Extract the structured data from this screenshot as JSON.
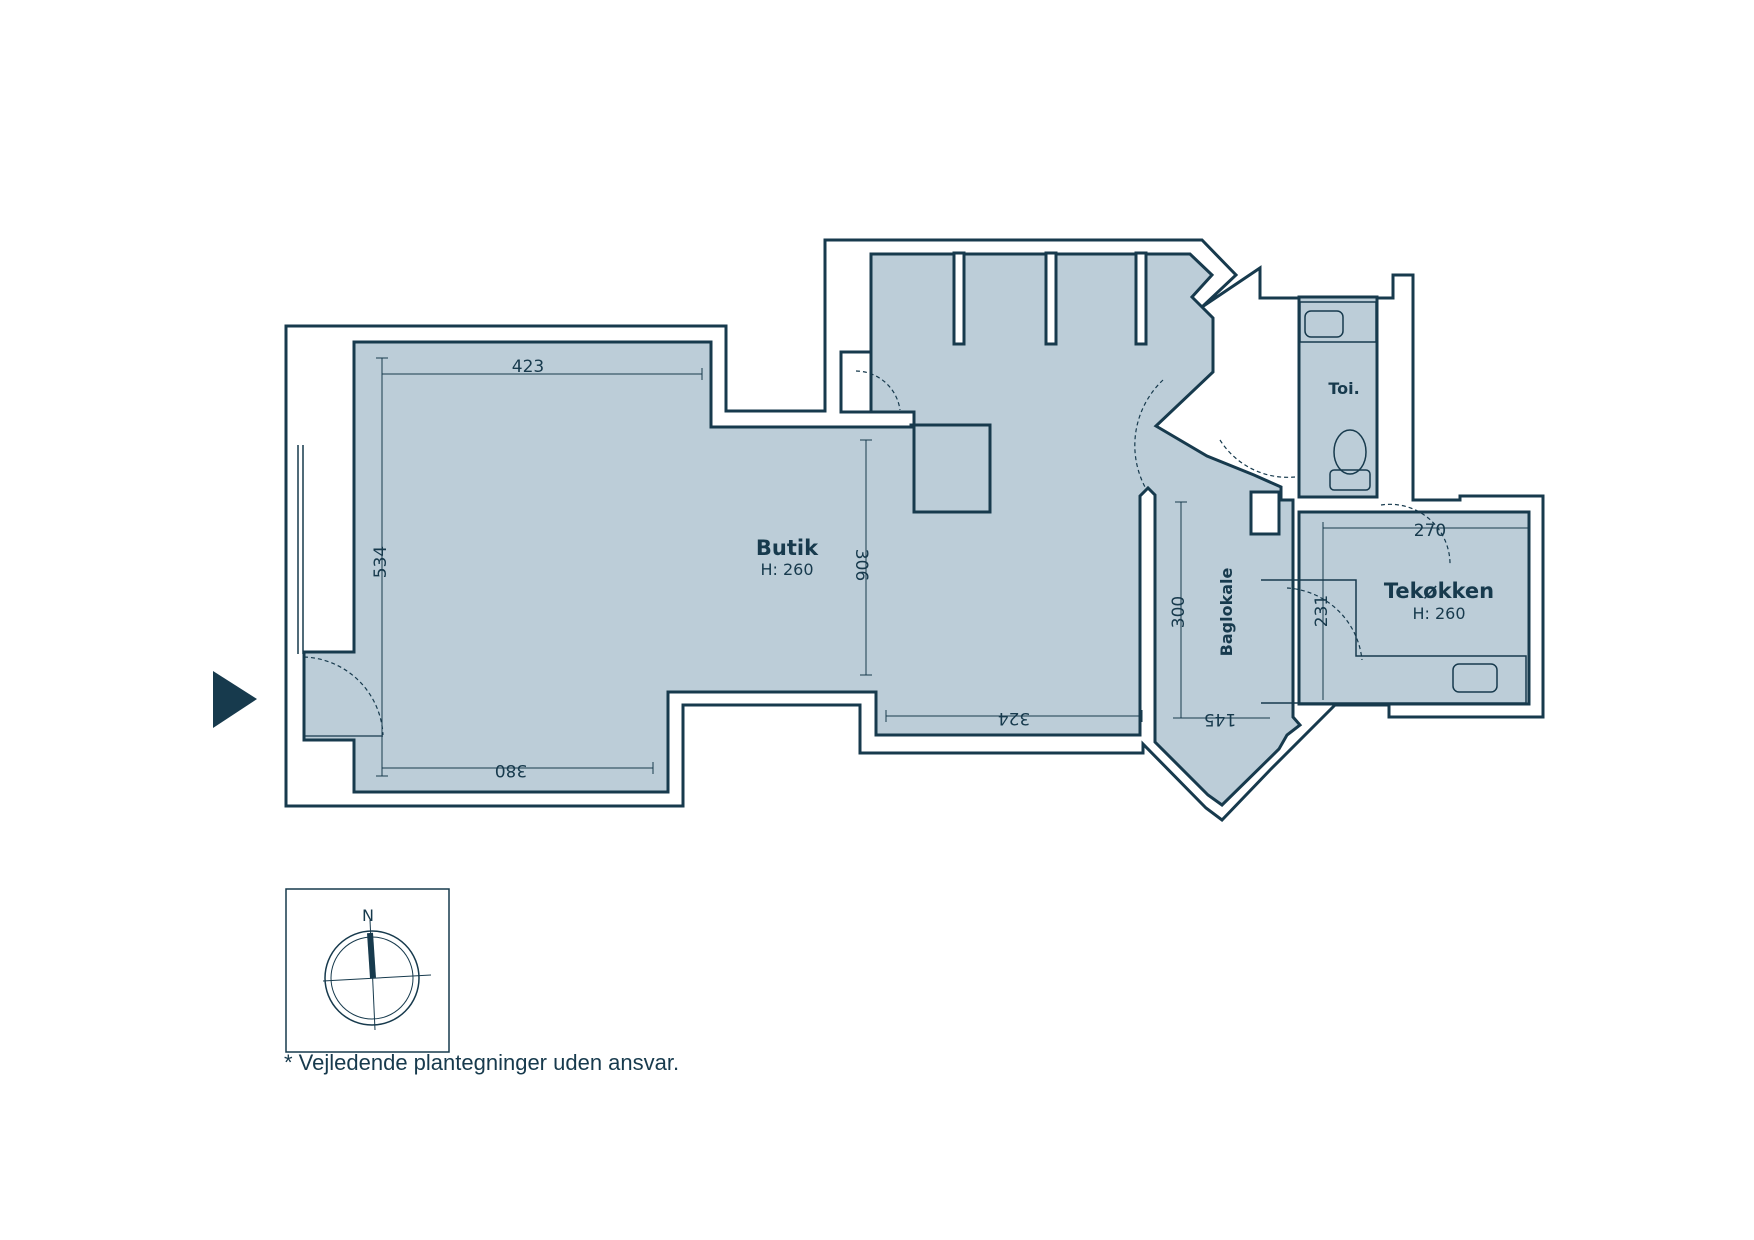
{
  "rooms": {
    "butik": {
      "name": "Butik",
      "height": "H: 260"
    },
    "tekokken": {
      "name": "Tekøkken",
      "height": "H: 260"
    },
    "toilet": {
      "name": "Toi."
    },
    "baglokale": {
      "name": "Baglokale"
    }
  },
  "dimensions": {
    "butik_top": "423",
    "butik_left": "534",
    "butik_bottom": "380",
    "butik_middle": "306",
    "butik_right_bottom": "324",
    "baglokale_height": "300",
    "baglokale_bottom": "145",
    "tekokken_top": "270",
    "tekokken_left": "231"
  },
  "compass": {
    "north_label": "N"
  },
  "disclaimer": "* Vejledende plantegninger uden ansvar.",
  "colors": {
    "wall": "#173a4d",
    "floor": "#bccdd8",
    "background": "#ffffff"
  }
}
